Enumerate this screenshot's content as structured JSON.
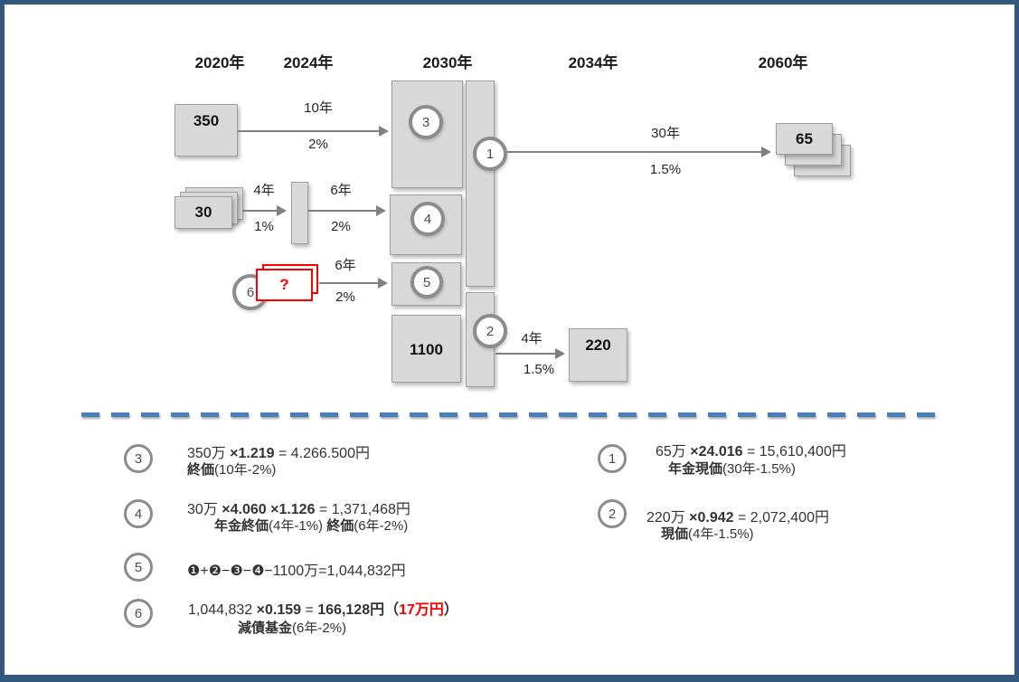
{
  "colors": {
    "frame_blue": "#33587e",
    "divider_blue": "#4a7ebb",
    "box_fill": "#d9d9d9",
    "box_border": "#9e9e9e",
    "arrow_gray": "#808080",
    "red": "#ff0000"
  },
  "timeline": {
    "years": [
      "2020年",
      "2024年",
      "2030年",
      "2034年",
      "2060年"
    ]
  },
  "nodes": {
    "box350": "350",
    "stack30": "30",
    "stack_unknown": "?",
    "box1100": "1100",
    "stack65": "65",
    "box220": "220"
  },
  "circles": {
    "c1": "1",
    "c2": "2",
    "c3": "3",
    "c4": "4",
    "c5": "5",
    "c6": "6"
  },
  "arrows": [
    {
      "years": "10年",
      "rate": "2%"
    },
    {
      "years": "4年",
      "rate": "1%"
    },
    {
      "years": "6年",
      "rate": "2%"
    },
    {
      "years": "6年",
      "rate": "2%"
    },
    {
      "years": "30年",
      "rate": "1.5%"
    },
    {
      "years": "4年",
      "rate": "1.5%"
    }
  ],
  "formulas": {
    "f3": {
      "num": "3",
      "line1": [
        {
          "t": "350万 "
        },
        {
          "t": "×1.219",
          "b": 1
        },
        {
          "t": " = 4.266.500円"
        }
      ],
      "line2": [
        {
          "t": "終価",
          "b": 1
        },
        {
          "t": "(10年-2%)"
        }
      ]
    },
    "f4": {
      "num": "4",
      "line1": [
        {
          "t": "30万 "
        },
        {
          "t": "×4.060",
          "b": 1
        },
        {
          "t": " "
        },
        {
          "t": "×1.126",
          "b": 1
        },
        {
          "t": " = 1,371,468円"
        }
      ],
      "line2": [
        {
          "t": "年金終価",
          "b": 1
        },
        {
          "t": "(4年-1%) "
        },
        {
          "t": "終価",
          "b": 1
        },
        {
          "t": "(6年-2%)"
        }
      ]
    },
    "f5": {
      "num": "5",
      "line1": [
        {
          "t": "❶+❷−❸−❹−1100万=1,044,832円"
        }
      ]
    },
    "f6": {
      "num": "6",
      "line1": [
        {
          "t": "1,044,832 "
        },
        {
          "t": "×0.159",
          "b": 1
        },
        {
          "t": " = "
        },
        {
          "t": "166,128円",
          "b": 1
        },
        {
          "t": "（",
          "b": 1
        },
        {
          "t": "17万円",
          "b": 1,
          "r": 1
        },
        {
          "t": "）",
          "b": 1
        }
      ],
      "line2": [
        {
          "t": "減債基金",
          "b": 1
        },
        {
          "t": "(6年-2%)"
        }
      ]
    },
    "f1": {
      "num": "1",
      "line1": [
        {
          "t": "65万 "
        },
        {
          "t": "×24.016",
          "b": 1
        },
        {
          "t": " = 15,610,400円"
        }
      ],
      "line2": [
        {
          "t": "年金現価",
          "b": 1
        },
        {
          "t": "(30年-1.5%)"
        }
      ]
    },
    "f2": {
      "num": "2",
      "line1": [
        {
          "t": "220万 "
        },
        {
          "t": "×0.942",
          "b": 1
        },
        {
          "t": " = 2,072,400円"
        }
      ],
      "line2": [
        {
          "t": "現価",
          "b": 1
        },
        {
          "t": "(4年-1.5%)"
        }
      ]
    }
  }
}
